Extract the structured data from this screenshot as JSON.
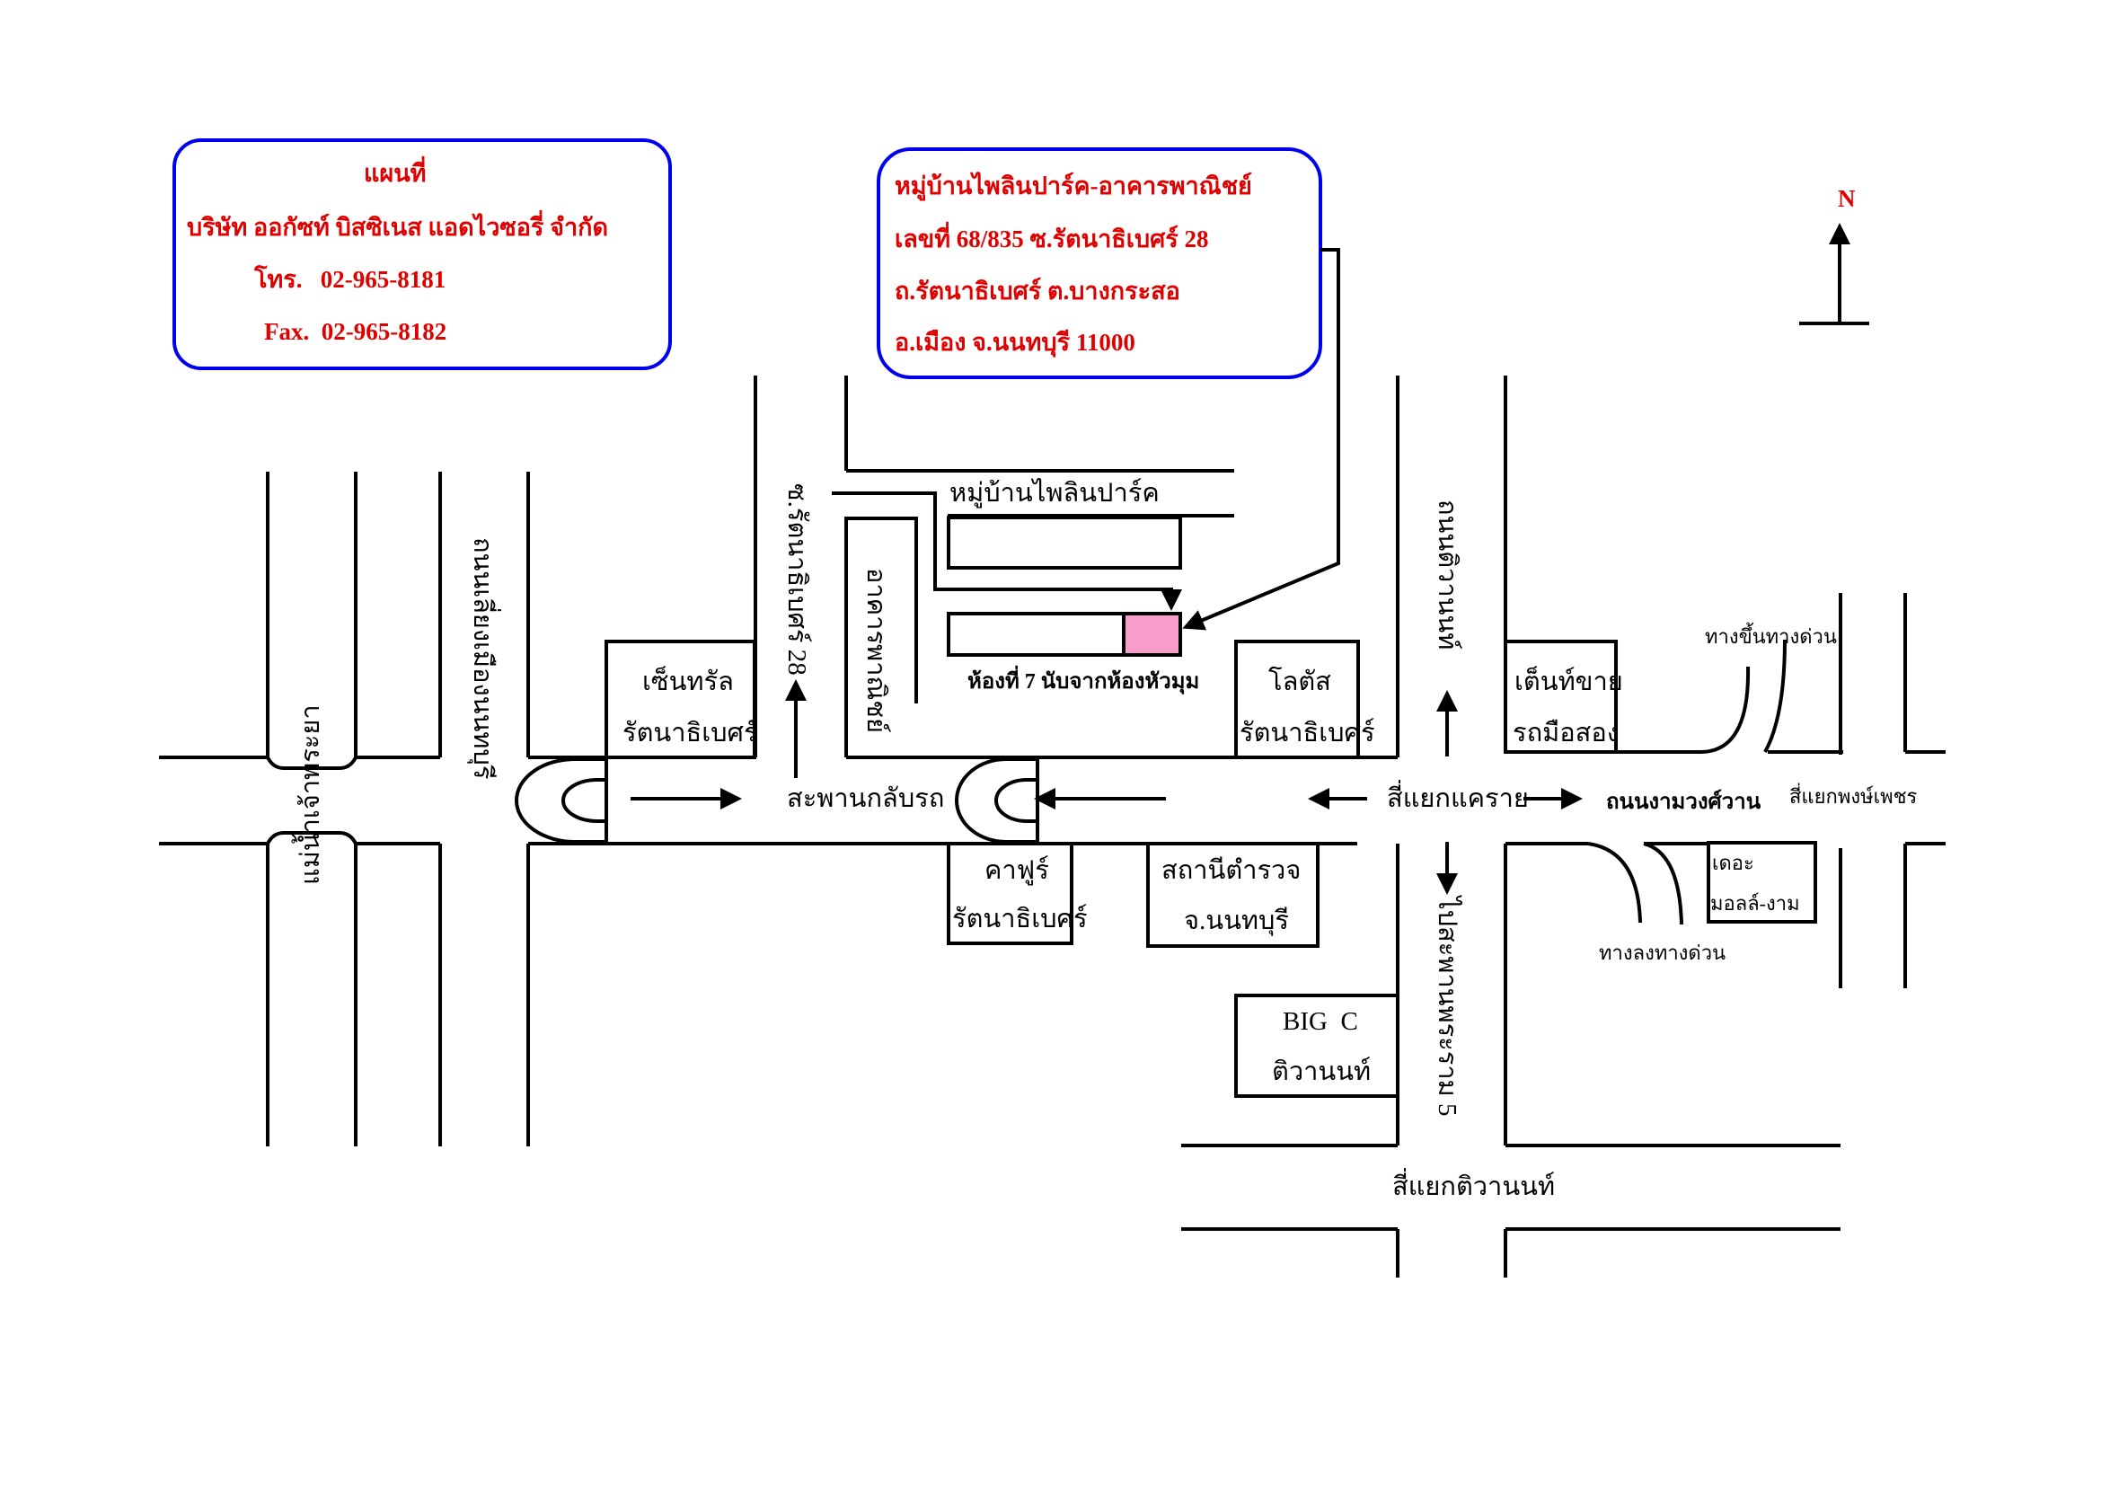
{
  "company_box": {
    "title": "แผนที่",
    "company": "บริษัท ออกัซท์ บิสซิเนส แอดไวซอรี่ จำกัด",
    "phone": "โทร.   02-965-8181",
    "fax": "Fax.  02-965-8182"
  },
  "address_box": {
    "line1": "หมู่บ้านไพลินปาร์ค-อาคารพาณิชย์",
    "line2": "เลขที่ 68/835 ซ.รัตนาธิเบศร์ 28",
    "line3": "ถ.รัตนาธิเบศร์ ต.บางกระสอ",
    "line4": "อ.เมือง จ.นนทบุรี 11000"
  },
  "north": "N",
  "roads": {
    "bypass": "ถนนเลี่ยงเมืองนนทบุรี",
    "river": "แม่น้ำเจ้าพระยา",
    "soi": "ซ.รัตนาธิเบศร์ 28",
    "tiwanon": "ถนนติวานนท์",
    "rama5": "ไปสะพานพระราม 5",
    "ngamwongwan": "ถนนงามวงศ์วาน",
    "uturn": "สะพานกลับรถ",
    "khaerai": "สี่แยกแคราย",
    "pongphet": "สี่แยกพงษ์เพชร",
    "tiwanon_junction": "สี่แยกติวานนท์",
    "expressway_up": "ทางขึ้นทางด่วน",
    "expressway_down": "ทางลงทางด่วน"
  },
  "places": {
    "pailin_village": "หมู่บ้านไพลินปาร์ค",
    "commercial": "อาคารพาณิชย์",
    "room_note": "ห้องที่ 7 นับจากห้องหัวมุม",
    "central": [
      "เซ็นทรัล",
      "รัตนาธิเบศร์"
    ],
    "lotus": [
      "โลตัส",
      "รัตนาธิเบศร์"
    ],
    "used_car": [
      "เต็นท์ขาย",
      "รถมือสอง"
    ],
    "carrefour": [
      "คาฟูร์",
      "รัตนาธิเบศร์"
    ],
    "police": [
      "สถานีตำรวจ",
      "จ.นนทบุรี"
    ],
    "bigc": [
      "BIG  C",
      "ติวานนท์"
    ],
    "mall": [
      "เดอะ",
      "มอลล์-งาม"
    ]
  },
  "colors": {
    "box_border": "#0000ee",
    "text_red": "#e00000",
    "target": "#f79ccb"
  }
}
